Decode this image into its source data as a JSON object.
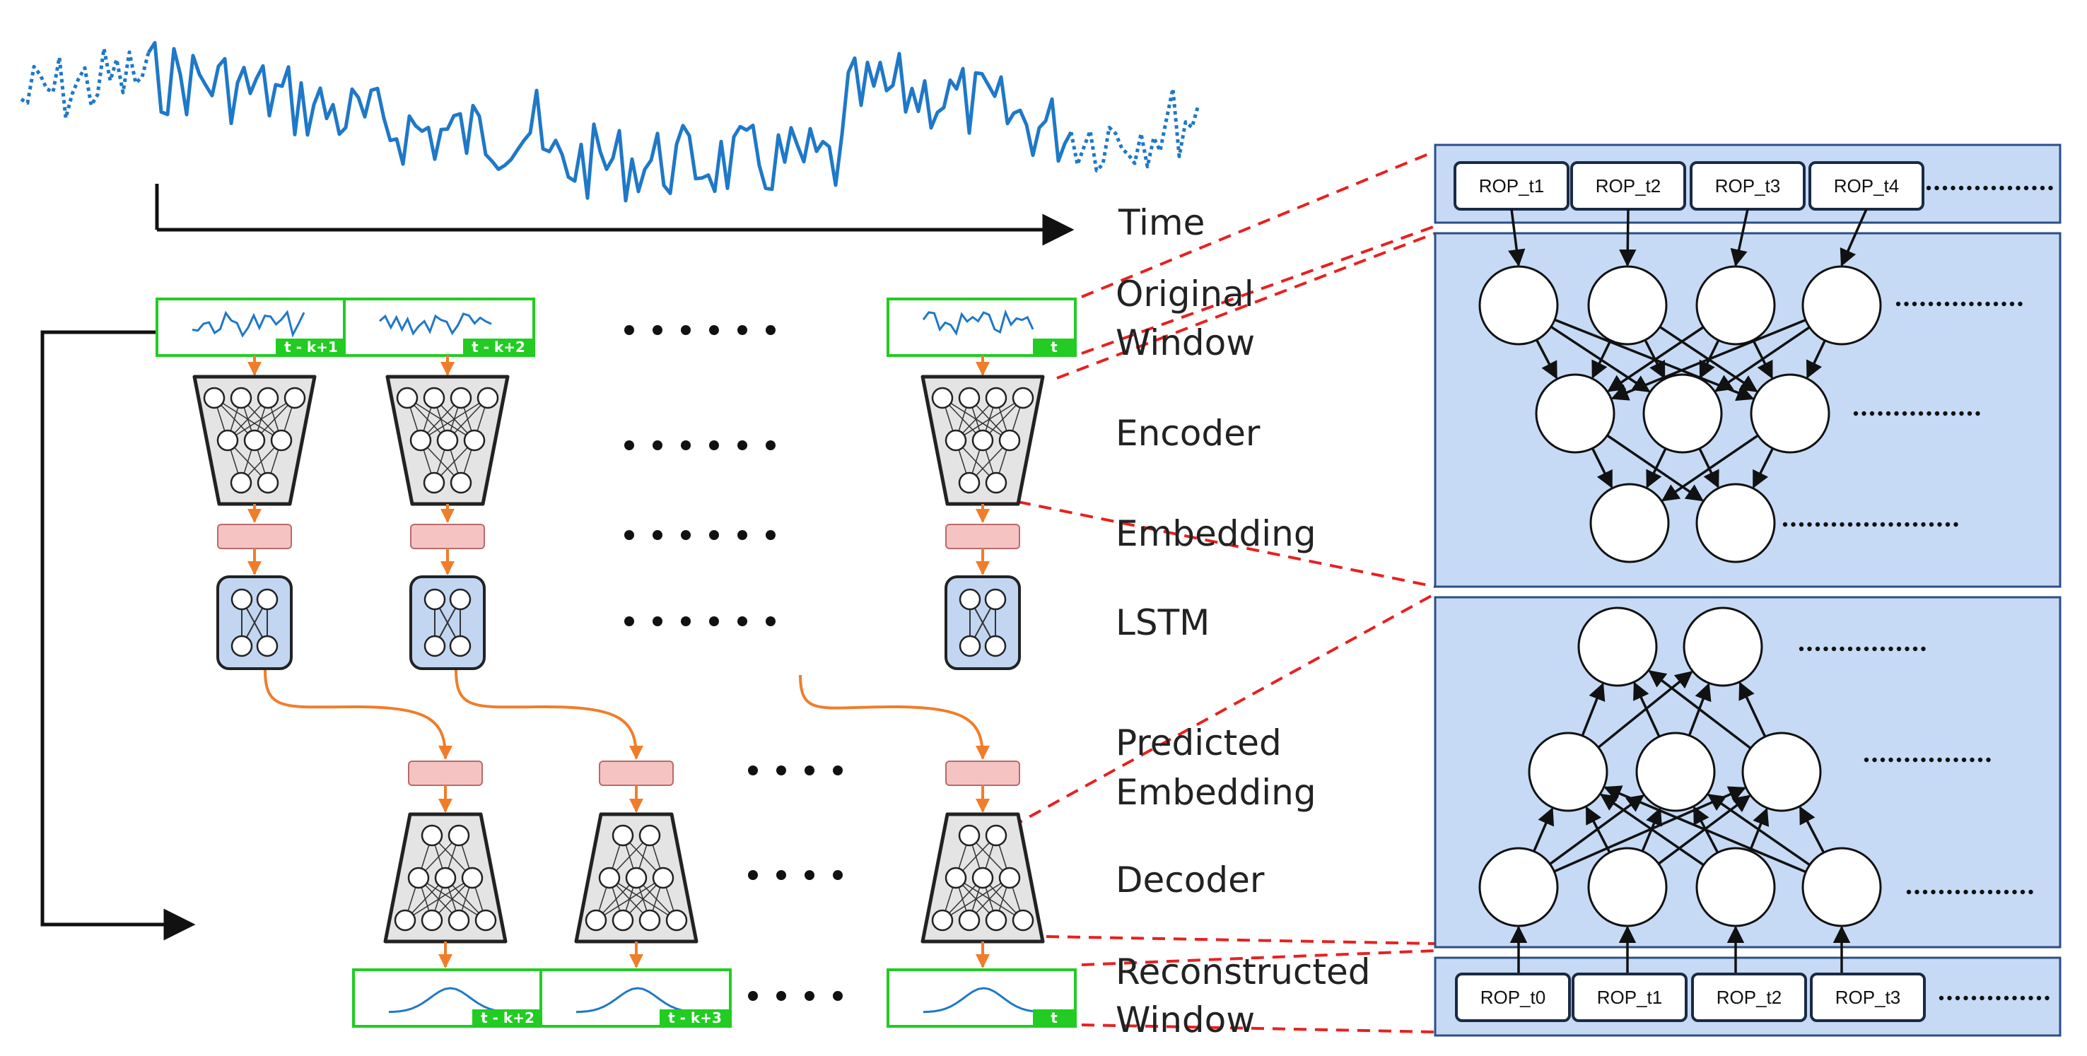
{
  "labels": {
    "time": "Time",
    "original_line1": "Original",
    "original_line2": "Window",
    "encoder": "Encoder",
    "embedding": "Embedding",
    "lstm": "LSTM",
    "predicted_line1": "Predicted",
    "predicted_line2": "Embedding",
    "decoder": "Decoder",
    "reconstructed_line1": "Reconstructed",
    "reconstructed_line2": "Window"
  },
  "window_tags": {
    "input": [
      "t - k+1",
      "t - k+2",
      "t"
    ],
    "output": [
      "t - k+2",
      "t - k+3",
      "t"
    ]
  },
  "encoder_inputs": [
    "ROP_t1",
    "ROP_t2",
    "ROP_t3",
    "ROP_t4"
  ],
  "decoder_outputs": [
    "ROP_t0",
    "ROP_t1",
    "ROP_t2",
    "ROP_t3"
  ],
  "colors": {
    "signal": "#1f78c8",
    "window_border": "#22cc22",
    "tag_bg": "#22cc22",
    "arrow": "#f07d2a",
    "embedding": "#f6c3c3",
    "lstm": "#c2d6f2",
    "coder": "#e4e4e4",
    "panel": "#c6daf6",
    "guide": "#e82020"
  },
  "icons": [
    "encoder-trapezoid-icon",
    "decoder-trapezoid-icon",
    "lstm-cell-icon",
    "embedding-block-icon"
  ]
}
